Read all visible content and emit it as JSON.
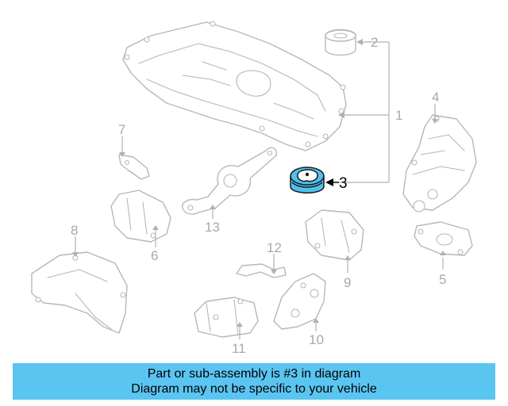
{
  "colors": {
    "banner": "#5bc5f2",
    "highlight": "#4fc1f0",
    "line_art": "#b4b8bc"
  },
  "callouts": {
    "c1": "1",
    "c2": "2",
    "c3": "3",
    "c4": "4",
    "c5": "5",
    "c6": "6",
    "c7": "7",
    "c8": "8",
    "c9": "9",
    "c10": "10",
    "c11": "11",
    "c12": "12",
    "c13": "13"
  },
  "banner": {
    "line1": "Part or sub-assembly is #3 in diagram",
    "line2": "Diagram may not be specific to your vehicle"
  }
}
